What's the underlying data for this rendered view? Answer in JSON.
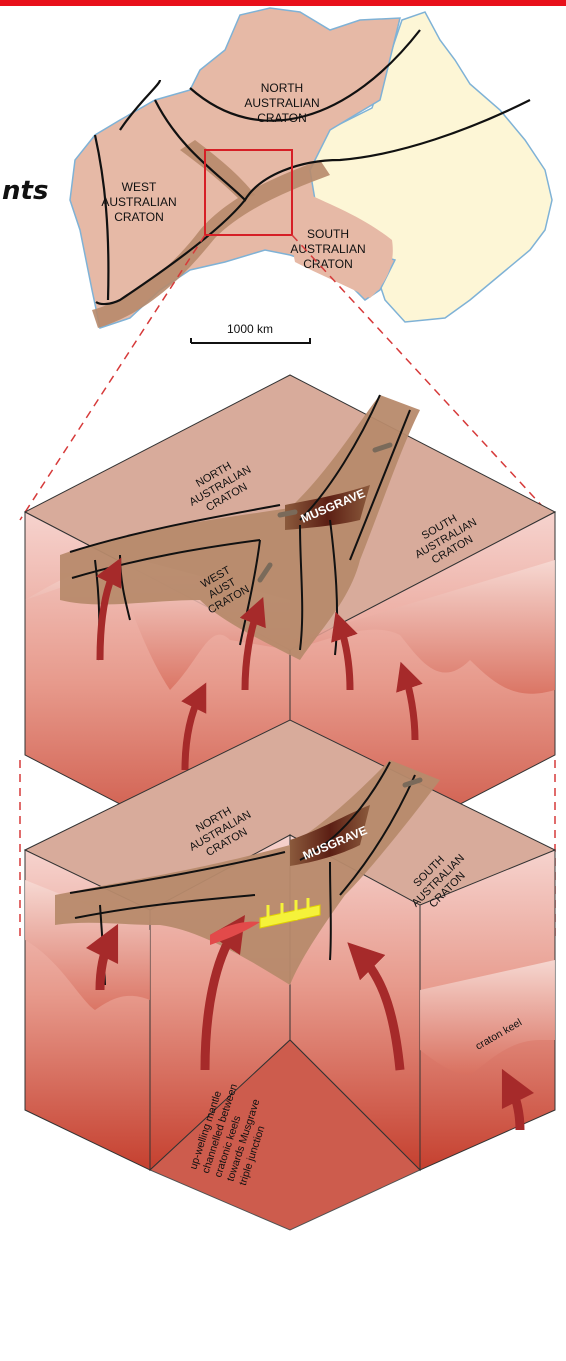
{
  "colors": {
    "top_bar": "#e8101a",
    "australia_craton": "#e6b9a6",
    "australia_rest": "#fdf6d6",
    "belt": "#b78a6c",
    "block_top": "#d8ab9b",
    "block_side_top": "#f2c9c2",
    "block_side_bottom": "#c9493a",
    "arrow": "#a62a2a",
    "marker": "#e24a4a",
    "hotspot": "#f5f23a"
  },
  "header": {
    "clipped_text": "nts"
  },
  "map": {
    "labels": {
      "north": [
        "NORTH",
        "AUSTRALIAN",
        "CRATON"
      ],
      "west": [
        "WEST",
        "AUSTRALIAN",
        "CRATON"
      ],
      "south": [
        "SOUTH",
        "AUSTRALIAN",
        "CRATON"
      ]
    },
    "scale_label": "1000 km"
  },
  "block1": {
    "north": [
      "NORTH",
      "AUSTRALIAN",
      "CRATON"
    ],
    "west": [
      "WEST",
      "AUST",
      "CRATON"
    ],
    "south": [
      "SOUTH",
      "AUSTRALIAN",
      "CRATON"
    ],
    "belt": "MUSGRAVE"
  },
  "block2": {
    "north": [
      "NORTH",
      "AUSTRALIAN",
      "CRATON"
    ],
    "south": [
      "SOUTH",
      "AUSTRALIAN",
      "CRATON"
    ],
    "belt": "MUSGRAVE",
    "keel": "craton keel",
    "caption": [
      "up-welling mantle",
      "channelled between",
      "cratonic keels",
      "towards Musgrave",
      "triple junction"
    ]
  }
}
